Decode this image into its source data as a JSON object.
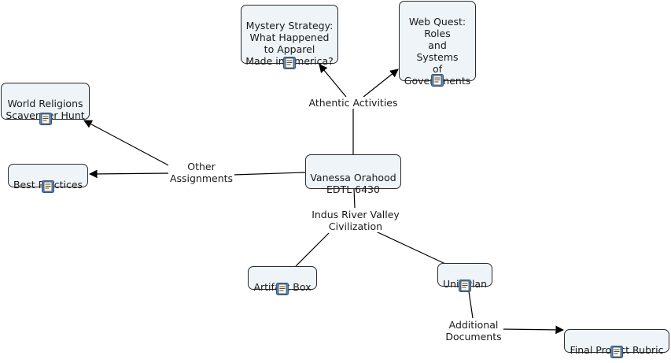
{
  "concept_map": {
    "center": {
      "label": "Vanessa Orahood\nEDTL 6430"
    },
    "link_labels": {
      "activities": "Athentic Activities",
      "assignments": "Other\nAssignments",
      "unit": "Indus River Valley\nCivilization",
      "documents": "Additional\nDocuments"
    },
    "nodes": {
      "mystery": "Mystery Strategy:\nWhat Happened\nto Apparel\nMade in America?",
      "webquest": "Web Quest:\nRoles\nand\nSystems\nof\nGovernments",
      "religions": "World Religions\nScavenger Hunt",
      "practices": "Best Practices",
      "artifact": "Artifact Box",
      "unitplan": "Unit Plan",
      "rubric": "Final Project Rubric"
    },
    "icons": {
      "resource": "document-icon"
    }
  }
}
